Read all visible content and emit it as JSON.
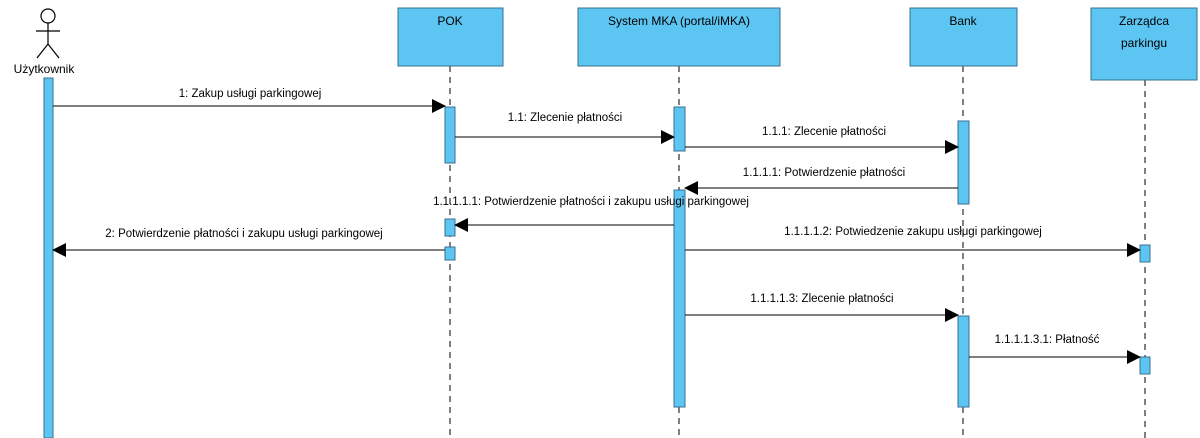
{
  "colors": {
    "box_fill": "#5cc5f2",
    "box_stroke": "#3a6f8f",
    "line": "#000000",
    "background": "#ffffff"
  },
  "actor": {
    "name": "Użytkownik",
    "icon": "stick-figure-actor-icon"
  },
  "participants": [
    {
      "id": "pok",
      "lines": [
        "POK"
      ]
    },
    {
      "id": "mka",
      "lines": [
        "System MKA (portal/iMKA)"
      ]
    },
    {
      "id": "bank",
      "lines": [
        "Bank"
      ]
    },
    {
      "id": "zp",
      "lines": [
        "Zarządca",
        "parkingu"
      ]
    }
  ],
  "messages": [
    {
      "id": "m1",
      "label": "1: Zakup usługi parkingowej"
    },
    {
      "id": "m1_1",
      "label": "1.1: Zlecenie płatności"
    },
    {
      "id": "m1_1_1",
      "label": "1.1.1: Zlecenie płatności"
    },
    {
      "id": "m1_1_1_1",
      "label": "1.1.1.1: Potwierdzenie płatności"
    },
    {
      "id": "m1_1_1_1_1",
      "label": "1.1.1.1.1: Potwierdzenie płatności i zakupu usługi parkingowej"
    },
    {
      "id": "m1_1_1_1_2",
      "label": "1.1.1.1.2: Potwiedzenie zakupu usługi parkingowej"
    },
    {
      "id": "m2",
      "label": "2: Potwierdzenie płatności i zakupu usługi parkingowej"
    },
    {
      "id": "m1_1_1_1_3",
      "label": "1.1.1.1.3: Zlecenie płatności"
    },
    {
      "id": "m1_1_1_1_3_1",
      "label": "1.1.1.1.3.1: Płatność"
    }
  ]
}
